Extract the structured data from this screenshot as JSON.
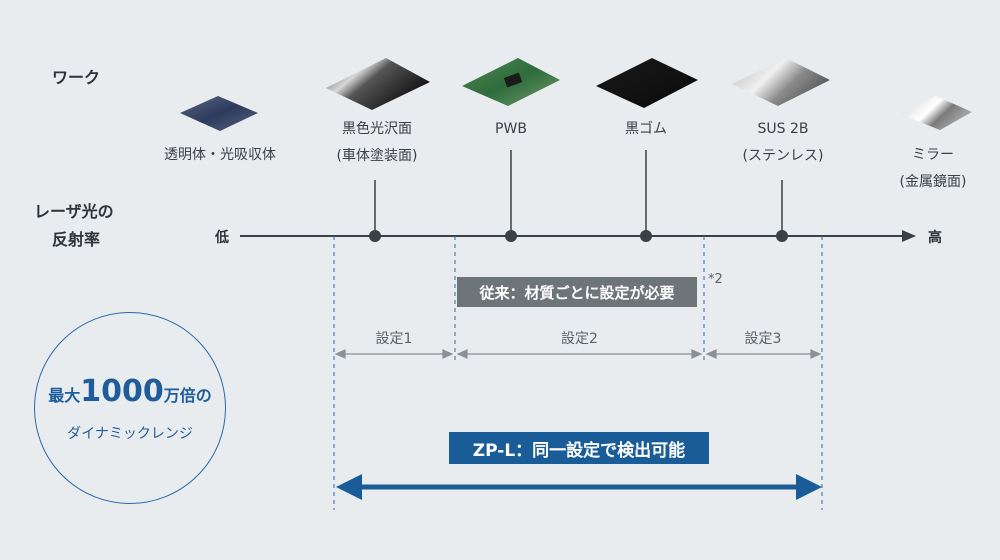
{
  "row_labels": {
    "work": "ワーク",
    "reflectance_line1": "レーザ光の",
    "reflectance_line2": "反射率"
  },
  "axis": {
    "low": "低",
    "high": "高"
  },
  "materials": [
    {
      "line1": "透明体・光吸収体",
      "line2": ""
    },
    {
      "line1": "黒色光沢面",
      "line2": "(車体塗装面)"
    },
    {
      "line1": "PWB",
      "line2": ""
    },
    {
      "line1": "黒ゴム",
      "line2": ""
    },
    {
      "line1": "SUS 2B",
      "line2": "(ステンレス)"
    },
    {
      "line1": "ミラー",
      "line2": "(金属鏡面)"
    }
  ],
  "conventional": {
    "label": "従来：材質ごとに設定が必要",
    "note": "*2"
  },
  "settings": [
    "設定1",
    "設定2",
    "設定3"
  ],
  "zpl": {
    "label": "ZP-L：同一設定で検出可能"
  },
  "dynamic_range": {
    "prefix": "最大",
    "number": "1000",
    "suffix": "万倍の",
    "line2": "ダイナミックレンジ"
  },
  "colors": {
    "accent_blue": "#1a5c97",
    "gray_box": "#6e7579",
    "axis": "#3a4046"
  }
}
